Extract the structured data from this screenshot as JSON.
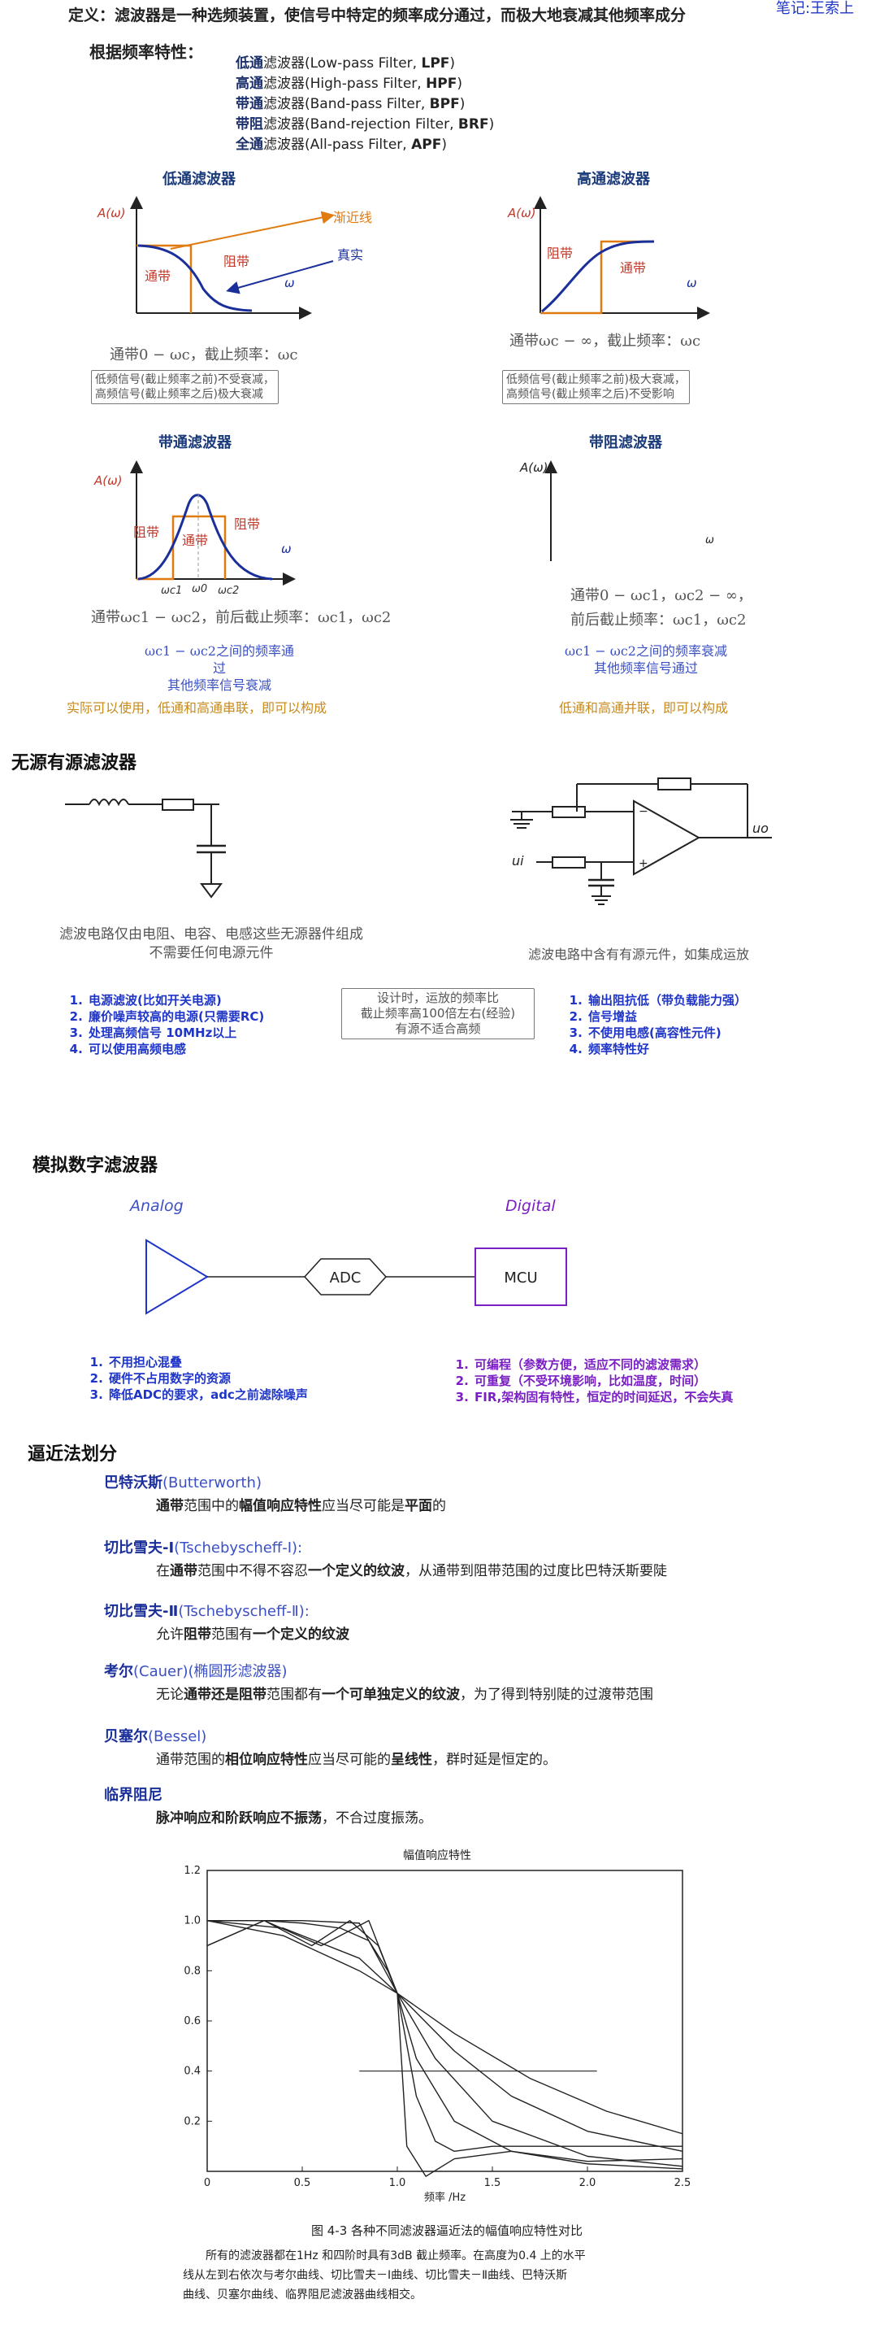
{
  "header": {
    "definition_label": "定义：",
    "definition_text": "滤波器是一种选频装置，使信号中特定的频率成分通过，而极大地衰减其他频率成分",
    "note_corner": "笔记:王索上"
  },
  "characteristics": {
    "title": "根据频率特性：",
    "items": [
      {
        "bold": "低通",
        "rest": "滤波器(Low-pass Filter, ",
        "abbr": "LPF",
        "close": ")"
      },
      {
        "bold": "高通",
        "rest": "滤波器(High-pass Filter, ",
        "abbr": "HPF",
        "close": ")"
      },
      {
        "bold": "带通",
        "rest": "滤波器(Band-pass Filter, ",
        "abbr": "BPF",
        "close": ")"
      },
      {
        "bold": "带阻",
        "rest": "滤波器(Band-rejection Filter, ",
        "abbr": "BRF",
        "close": ")"
      },
      {
        "bold": "全通",
        "rest": "滤波器(All-pass Filter, ",
        "abbr": "APF",
        "close": ")"
      }
    ]
  },
  "lowpass": {
    "title": "低通滤波器",
    "y_axis": "A(ω)",
    "x_axis": "ω",
    "cutoff": "ωc",
    "label_asymptote": "渐近线",
    "label_real": "真实",
    "label_pass": "通带",
    "label_stop": "阻带",
    "formula": "通带0 − ωc，截止频率：ωc",
    "note_line1": "低频信号(截止频率之前)不受衰减，",
    "note_line2": "高频信号(截止频率之后)极大衰减"
  },
  "highpass": {
    "title": "高通滤波器",
    "y_axis": "A(ω)",
    "x_axis": "ω",
    "cutoff": "ωc",
    "label_stop": "阻带",
    "label_pass": "通带",
    "formula": "通带ωc − ∞，截止频率：ωc",
    "note_line1": "低频信号(截止频率之前)极大衰减，",
    "note_line2": "高频信号(截止频率之后)不受影响"
  },
  "bandpass": {
    "title": "带通滤波器",
    "y_axis": "A(ω)",
    "x_axis": "ω",
    "label_stop_left": "阻带",
    "label_pass": "通带",
    "label_stop_right": "阻带",
    "wc1": "ωc1",
    "w0": "ω0",
    "wc2": "ωc2",
    "formula": "通带ωc1 − ωc2，前后截止频率：ωc1，ωc2",
    "desc_line1": "ωc1 − ωc2之间的频率通过",
    "desc_line2": "其他频率信号衰减",
    "footer": "实际可以使用，低通和高通串联，即可以构成"
  },
  "bandstop": {
    "title": "带阻滤波器",
    "y_axis": "A(ω)",
    "x_axis": "ω",
    "formula_line1": "通带0 − ωc1，ωc2 − ∞，",
    "formula_line2": "前后截止频率：ωc1，ωc2",
    "desc_line1": "ωc1 − ωc2之间的频率衰减",
    "desc_line2": "其他频率信号通过",
    "footer": "低通和高通并联，即可以构成"
  },
  "passive_active": {
    "title": "无源有源滤波器",
    "passive_desc_line1": "滤波电路仅由电阻、电容、电感这些无源器件组成",
    "passive_desc_line2": "不需要任何电源元件",
    "active_desc": "滤波电路中含有有源元件，如集成运放",
    "label_ui": "ui",
    "label_uo": "uo",
    "passive_list": [
      "电源滤波(比如开关电源)",
      "廉价噪声较高的电源(只需要RC)",
      "处理高频信号 10MHz以上",
      "可以使用高频电感"
    ],
    "middle_note_line1": "设计时，运放的频率比",
    "middle_note_line2": "截止频率高100倍左右(经验)",
    "middle_note_line3": "有源不适合高频",
    "active_list": [
      "输出阻抗低（带负载能力强）",
      "信号增益",
      "不使用电感(高容性元件)",
      "频率特性好"
    ]
  },
  "analog_digital": {
    "title": "模拟数字滤波器",
    "analog_label": "Analog",
    "digital_label": "Digital",
    "adc_label": "ADC",
    "mcu_label": "MCU",
    "analog_list": [
      "不用担心混叠",
      "硬件不占用数字的资源",
      "降低ADC的要求，adc之前滤除噪声"
    ],
    "digital_list": [
      "可编程（参数方便，适应不同的滤波需求）",
      "可重复（不受环境影响，比如温度，时间）",
      "FIR,架构固有特性，恒定的时间延迟，不会失真"
    ]
  },
  "approximation": {
    "title": "逼近法划分",
    "items": [
      {
        "name": "巴特沃斯",
        "latin": "(Butterworth)",
        "desc_parts": [
          [
            "通带",
            true
          ],
          [
            "范围中的",
            false
          ],
          [
            "幅值响应特性",
            true
          ],
          [
            "应当尽可能是",
            false
          ],
          [
            "平面",
            true
          ],
          [
            "的",
            false
          ]
        ]
      },
      {
        "name": "切比雪夫-Ⅰ",
        "latin": "(Tschebyscheff-Ⅰ):",
        "desc_parts": [
          [
            "在",
            false
          ],
          [
            "通带",
            true
          ],
          [
            "范围中不得不容忍",
            false
          ],
          [
            "一个定义的纹波",
            true
          ],
          [
            "，从通带到阻带范围的过度比巴特沃斯要陡",
            false
          ]
        ]
      },
      {
        "name": "切比雪夫-Ⅱ",
        "latin": "(Tschebyscheff-Ⅱ):",
        "desc_parts": [
          [
            "允许",
            false
          ],
          [
            "阻带",
            true
          ],
          [
            "范围有",
            false
          ],
          [
            "一个定义的纹波",
            true
          ]
        ]
      },
      {
        "name": "考尔",
        "latin": "(Cauer)(椭圆形滤波器)",
        "desc_parts": [
          [
            "无论",
            false
          ],
          [
            "通带还是阻带",
            true
          ],
          [
            "范围都有",
            false
          ],
          [
            "一个可单独定义的纹波",
            true
          ],
          [
            "，为了得到特别陡的过渡带范围",
            false
          ]
        ]
      },
      {
        "name": "贝塞尔",
        "latin": "(Bessel)",
        "desc_parts": [
          [
            "通带范围的",
            false
          ],
          [
            "相位响应特性",
            true
          ],
          [
            "应当尽可能的",
            false
          ],
          [
            "呈线性",
            true
          ],
          [
            "，群时延是恒定的。",
            false
          ]
        ]
      },
      {
        "name": "临界阻尼",
        "latin": "",
        "desc_parts": [
          [
            "脉冲响应和阶跃响应不振荡",
            true
          ],
          [
            "，不合过度振荡。",
            false
          ]
        ]
      }
    ]
  },
  "chart_data": {
    "type": "line",
    "title": "幅值响应特性",
    "xlabel": "频率 /Hz",
    "ylabel": "",
    "xlim": [
      0,
      2.5
    ],
    "ylim": [
      0,
      1.2
    ],
    "x_ticks": [
      "0",
      "0.5",
      "1.0",
      "1.5",
      "2.0",
      "2.5"
    ],
    "y_ticks": [
      "0.2",
      "0.4",
      "0.6",
      "0.8",
      "1.0",
      "1.2"
    ],
    "series": [
      {
        "x": [
          0,
          0.3,
          0.5,
          0.7,
          0.85,
          0.95,
          1.0,
          1.2,
          1.5,
          2.0,
          2.5
        ],
        "y": [
          1.0,
          1.0,
          0.99,
          0.97,
          0.92,
          0.8,
          0.71,
          0.45,
          0.2,
          0.06,
          0.02
        ]
      },
      {
        "x": [
          0,
          0.3,
          0.55,
          0.75,
          0.9,
          1.0,
          1.1,
          1.3,
          1.6,
          2.0,
          2.5
        ],
        "y": [
          0.9,
          1.0,
          0.9,
          1.0,
          0.9,
          0.71,
          0.45,
          0.2,
          0.08,
          0.03,
          0.01
        ]
      },
      {
        "x": [
          0,
          0.5,
          0.8,
          1.0,
          1.1,
          1.2,
          1.3,
          1.5,
          2.0,
          2.5
        ],
        "y": [
          1.0,
          1.0,
          0.99,
          0.71,
          0.3,
          0.12,
          0.08,
          0.1,
          0.1,
          0.1
        ]
      },
      {
        "x": [
          0,
          0.3,
          0.6,
          0.85,
          1.0,
          1.05,
          1.15,
          1.3,
          1.6,
          2.0,
          2.5
        ],
        "y": [
          0.9,
          1.0,
          0.9,
          1.0,
          0.71,
          0.1,
          -0.02,
          0.05,
          0.08,
          0.04,
          0.05
        ]
      },
      {
        "x": [
          0,
          0.4,
          0.8,
          1.0,
          1.3,
          1.6,
          2.0,
          2.5
        ],
        "y": [
          1.0,
          0.97,
          0.85,
          0.71,
          0.48,
          0.3,
          0.16,
          0.08
        ]
      },
      {
        "x": [
          0,
          0.4,
          0.8,
          1.0,
          1.3,
          1.7,
          2.1,
          2.5
        ],
        "y": [
          1.0,
          0.94,
          0.8,
          0.71,
          0.55,
          0.37,
          0.24,
          0.15
        ]
      }
    ],
    "caption_title": "图 4-3   各种不同滤波器逼近法的幅值响应特性对比",
    "caption_line1": "所有的滤波器都在1Hz 和四阶时具有3dB 截止频率。在高度为0.4 上的水平",
    "caption_line2": "线从左到右依次与考尔曲线、切比雪夫－Ⅰ曲线、切比雪夫－Ⅱ曲线、巴特沃斯",
    "caption_line3": "曲线、贝塞尔曲线、临界阻尼滤波器曲线相交。"
  }
}
